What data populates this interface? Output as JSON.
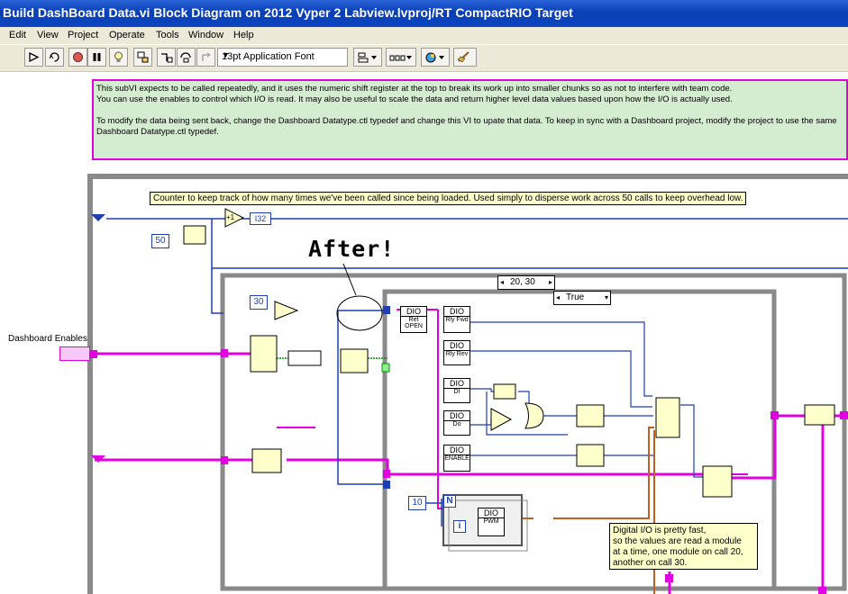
{
  "window": {
    "title": "Build DashBoard Data.vi Block Diagram on 2012 Vyper 2 Labview.lvproj/RT CompactRIO Target"
  },
  "menu": [
    "Edit",
    "View",
    "Project",
    "Operate",
    "Tools",
    "Window",
    "Help"
  ],
  "toolbar": {
    "font_selector": "13pt Application Font"
  },
  "comment": {
    "line1": "This subVI expects to be called repeatedly, and it uses the numeric shift register at the top to break its work up into smaller chunks so as not to interfere with team code.",
    "line2": "You can use the enables to control which I/O is read. It may also be useful to scale the data and return higher level data values based upon how the I/O is actually used.",
    "line3": "To modify the data being sent back, change the Dashboard Datatype.ctl typedef and change this VI to upate that data. To keep in sync with a Dashboard project, modify the project to use the same Dashboard Datatype.ctl typedef."
  },
  "diagram": {
    "counter_label": "Counter to keep track of how many times we've been called since being loaded. Used simply to disperse work across 50 calls to keep overhead low.",
    "const_50": "50",
    "const_30": "30",
    "const_10": "10",
    "increment": "+1",
    "i32": "I32",
    "annotation": "After!",
    "case_selector": "20, 30",
    "inner_case": "True",
    "dashboard_enables": "Dashboard Enables",
    "dio_label": "DIO",
    "dio_open": "OPEN",
    "dio_ref": "Ref",
    "rly_fwd": "Rly Fwd",
    "rly_rev": "Rly Rev",
    "di": "DI",
    "do": "Do",
    "enable": "ENABLE",
    "pwm": "PWM",
    "loop_n": "N",
    "loop_i": "i",
    "note_line1": "Digital I/O is pretty fast,",
    "note_line2": "so the values are read a module",
    "note_line3": "at a time, one module on call 20,",
    "note_line4": "another on call 30."
  }
}
